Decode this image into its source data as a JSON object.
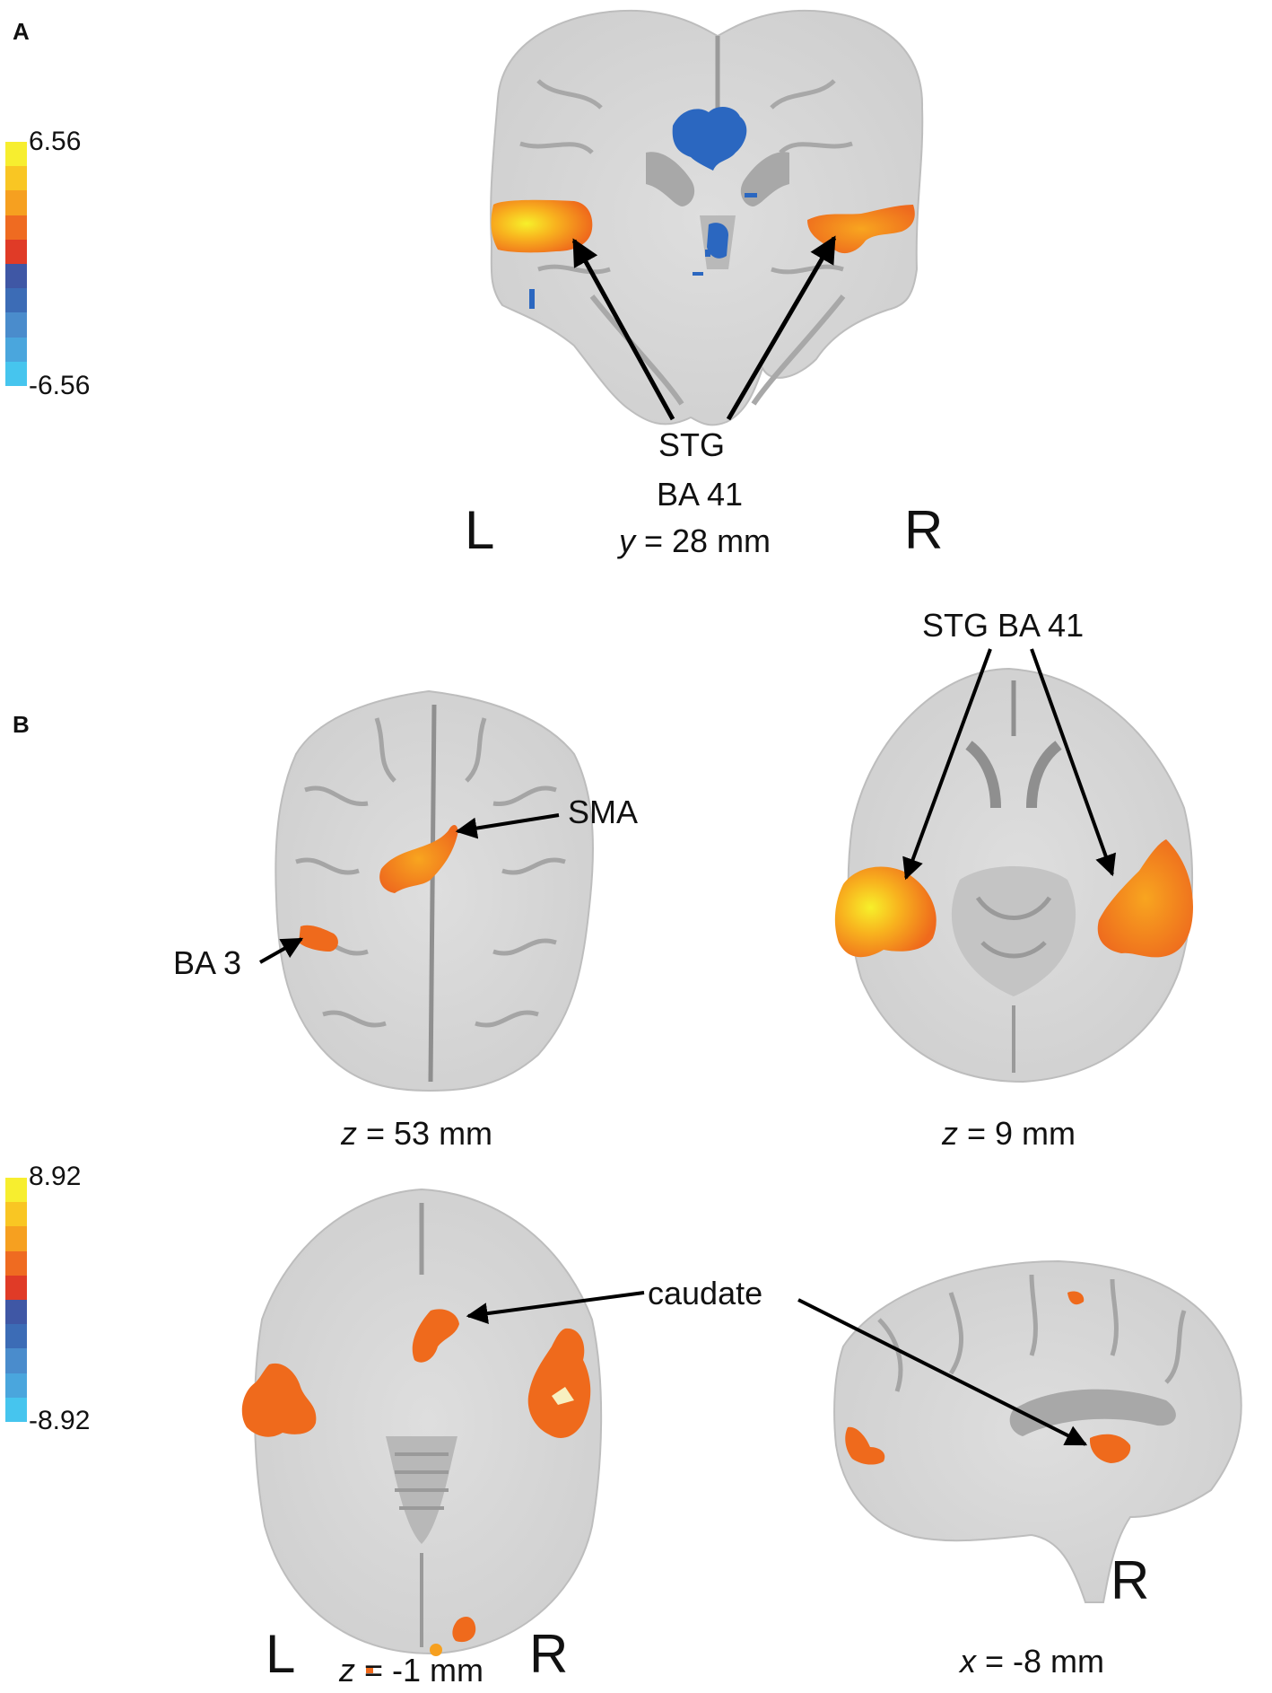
{
  "panels": {
    "a": {
      "letter": "A",
      "scale": {
        "max": "6.56",
        "min": "-6.56",
        "colors": [
          "#f7ee2f",
          "#f9c623",
          "#f6a020",
          "#ef6b21",
          "#e03b27",
          "#3f57a5",
          "#3c6cb6",
          "#4a8ccc",
          "#4aa6dd",
          "#46c5ee"
        ]
      },
      "labels": {
        "region": "STG",
        "area": "BA 41",
        "coord_axis": "y",
        "coord_rest": " = 28 mm",
        "left": "L",
        "right": "R"
      }
    },
    "b": {
      "letter": "B",
      "scale": {
        "max": "8.92",
        "min": "-8.92",
        "colors": [
          "#f7ee2f",
          "#f9c623",
          "#f6a020",
          "#ef6b21",
          "#e03b27",
          "#3f57a5",
          "#3c6cb6",
          "#4a8ccc",
          "#4aa6dd",
          "#46c5ee"
        ]
      },
      "top_left": {
        "sma": "SMA",
        "ba3": "BA 3",
        "coord_axis": "z",
        "coord_rest": " = 53 mm"
      },
      "top_right": {
        "stg": "STG BA 41",
        "coord_axis": "z",
        "coord_rest": " = 9 mm"
      },
      "bottom": {
        "caudate": "caudate",
        "left_coord_axis": "z",
        "left_coord_rest": " = -1 mm",
        "left": "L",
        "right": "R",
        "sag_right": "R",
        "sag_coord_axis": "x",
        "sag_coord_rest": " = -8 mm"
      }
    }
  }
}
